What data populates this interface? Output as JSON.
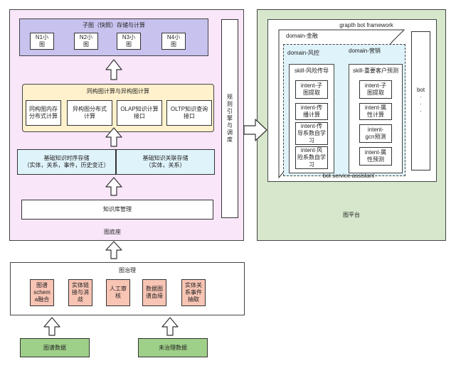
{
  "left": {
    "graph_db": {
      "title": "图底座",
      "subgraph": {
        "title": "子图（快照）存储与计算",
        "nodes": [
          "N1小\n图",
          "N2小\n图",
          "N3小\n图",
          "N4小\n图"
        ]
      },
      "compute": {
        "title": "同构图计算与异构图计算",
        "items": [
          "同构图内存\n分布式计算",
          "异构图分布式\n计算",
          "OLAP知识计算\n接口",
          "OLTP知识查询\n接口"
        ]
      },
      "storage_time": "基础知识时序存储\n（实体，关系，事件，历史变迁）",
      "storage_assoc": "基础知识关联存储\n（实体，关系）",
      "kb_mgmt": "知识库管理",
      "rule_engine": "规\n则\n引\n擎\n与\n调\n度"
    },
    "governance": {
      "title": "图治理",
      "items": [
        "图谱\nschem\na融合",
        "实体链\n接与消\n歧",
        "人工审\n核",
        "数据图\n谱血缘",
        "实体关\n系事件\n抽取"
      ]
    },
    "sources": [
      "图谱数据",
      "未治理数据"
    ]
  },
  "platform": {
    "title": "图平台",
    "framework": "grapth bot framework",
    "domain_finance": "domain-金融",
    "domain_risk": "domain-风控",
    "domain_marketing": "domain-营销",
    "skill_risk": {
      "title": "skill-风险传导",
      "intents": [
        "intent-子\n图提取",
        "intent-传\n播计算",
        "intent-传\n导系数自学\n习",
        "intent-风\n险系数自学\n习"
      ]
    },
    "skill_customer": {
      "title": "skill-重要客户预测",
      "intents": [
        "intent-子\n图提取",
        "intent-属\n性计算",
        "intent-\ngcn预测",
        "intent-属\n性预测"
      ]
    },
    "bot": "bot\n·\n·\n·",
    "service": "bot service assistant"
  },
  "colors": {
    "graph_db_bg": "#f9e6f9",
    "subgraph_bg": "#c8c2ee",
    "compute_bg": "#fff1cc",
    "storage_bg": "#dff3fa",
    "governance_item": "#f8c4b4",
    "source_bg": "#9fd089",
    "platform_bg": "#d6e7cc",
    "domain_risk_bg": "#dff3fa"
  }
}
